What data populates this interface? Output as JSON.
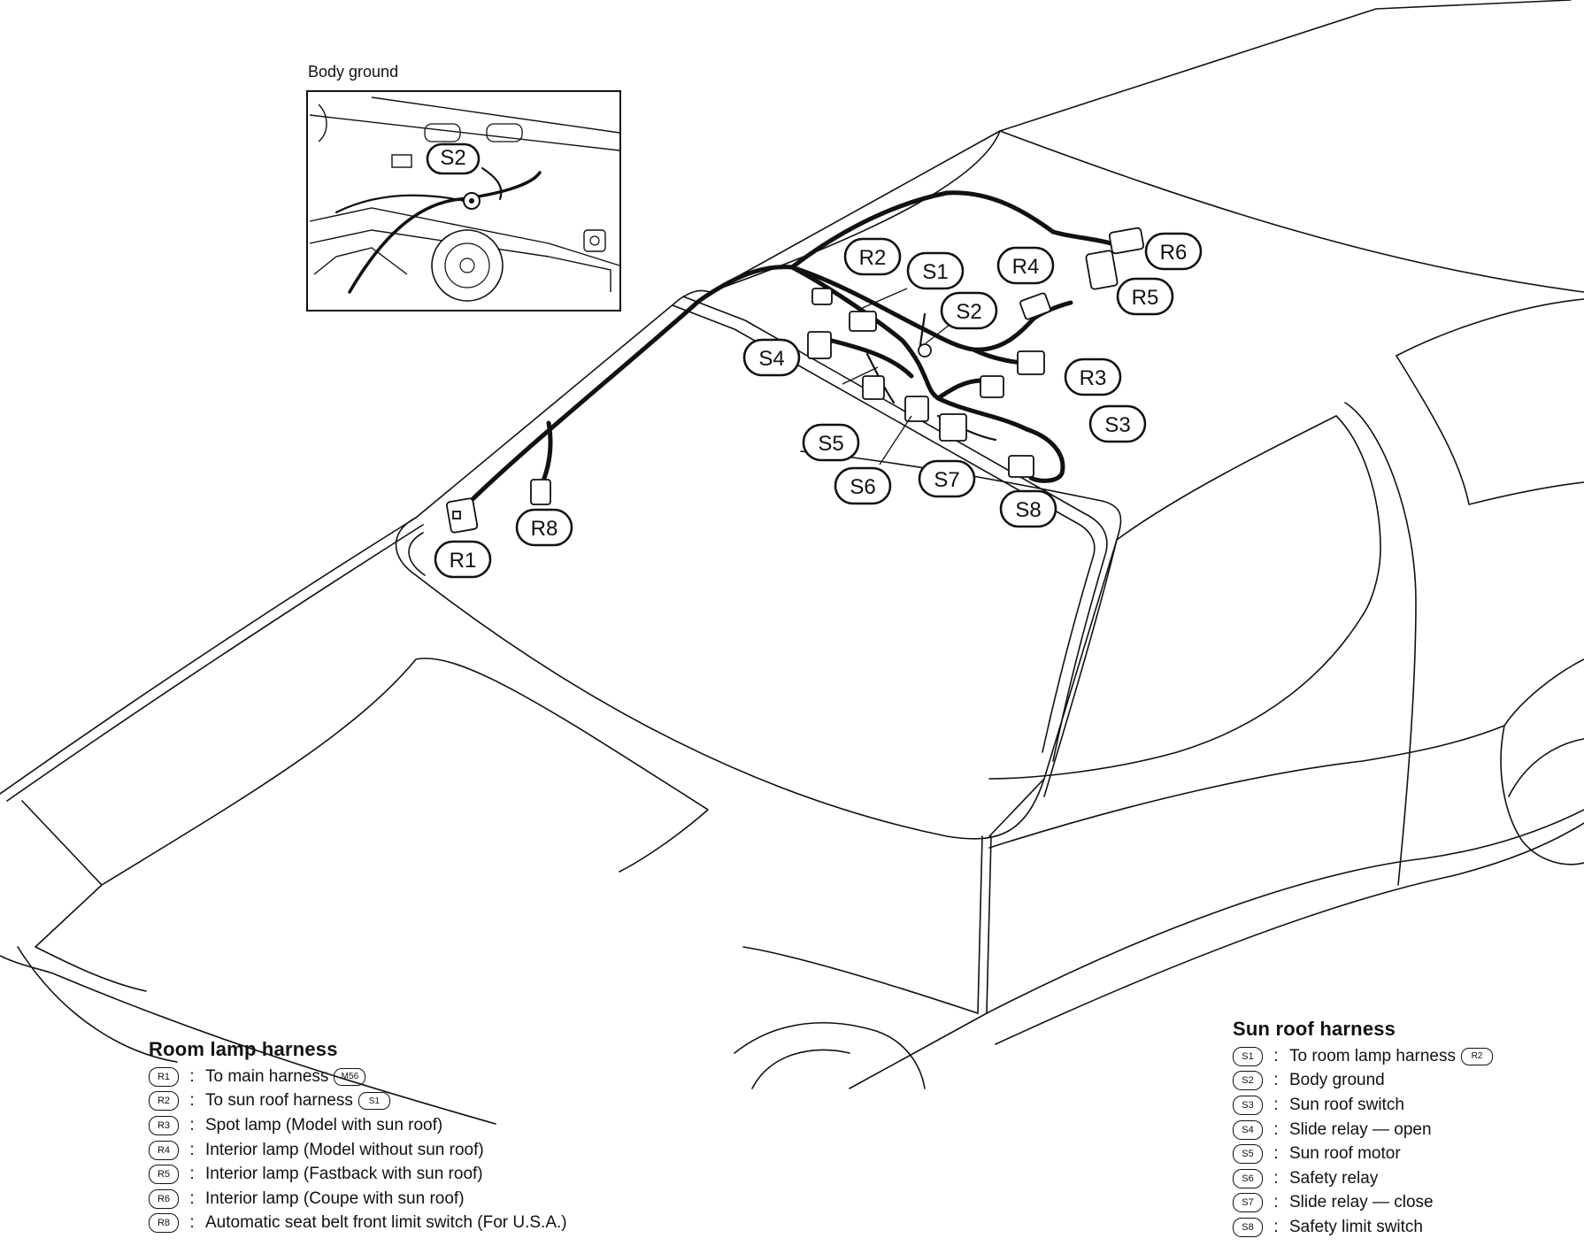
{
  "inset": {
    "title": "Body ground",
    "label": "S2"
  },
  "callouts": {
    "R1": "R1",
    "R2": "R2",
    "R3": "R3",
    "R4": "R4",
    "R5": "R5",
    "R6": "R6",
    "R8": "R8",
    "S1": "S1",
    "S2": "S2",
    "S3": "S3",
    "S4": "S4",
    "S5": "S5",
    "S6": "S6",
    "S7": "S7",
    "S8": "S8"
  },
  "room_lamp_legend": {
    "title": "Room lamp harness",
    "separator": ":",
    "items": [
      {
        "code": "R1",
        "text": "To main harness",
        "ref": "M56"
      },
      {
        "code": "R2",
        "text": "To sun roof harness",
        "ref": "S1"
      },
      {
        "code": "R3",
        "text": "Spot lamp (Model with sun roof)",
        "ref": ""
      },
      {
        "code": "R4",
        "text": "Interior lamp (Model without sun roof)",
        "ref": ""
      },
      {
        "code": "R5",
        "text": "Interior lamp (Fastback with sun roof)",
        "ref": ""
      },
      {
        "code": "R6",
        "text": "Interior lamp (Coupe with sun roof)",
        "ref": ""
      },
      {
        "code": "R8",
        "text": "Automatic seat belt front limit switch (For U.S.A.)",
        "ref": ""
      }
    ]
  },
  "sun_roof_legend": {
    "title": "Sun roof harness",
    "separator": ":",
    "items": [
      {
        "code": "S1",
        "text": "To room lamp harness",
        "ref": "R2"
      },
      {
        "code": "S2",
        "text": "Body ground",
        "ref": ""
      },
      {
        "code": "S3",
        "text": "Sun roof switch",
        "ref": ""
      },
      {
        "code": "S4",
        "text": "Slide relay — open",
        "ref": ""
      },
      {
        "code": "S5",
        "text": "Sun roof motor",
        "ref": ""
      },
      {
        "code": "S6",
        "text": "Safety relay",
        "ref": ""
      },
      {
        "code": "S7",
        "text": "Slide relay — close",
        "ref": ""
      },
      {
        "code": "S8",
        "text": "Safety limit switch",
        "ref": ""
      }
    ]
  }
}
